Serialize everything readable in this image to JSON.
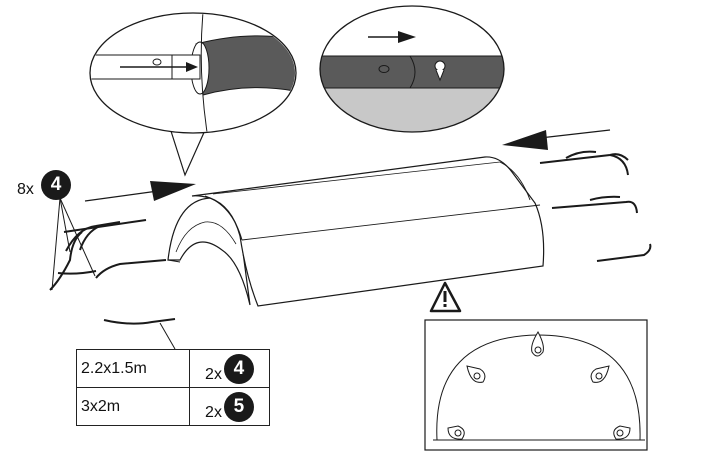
{
  "assembly": {
    "pole_count_label": "8x",
    "pole_badge": "4"
  },
  "table": {
    "rows": [
      {
        "size": "2.2x1.5m",
        "qty_label": "2x",
        "badge": "4"
      },
      {
        "size": "3x2m",
        "qty_label": "2x",
        "badge": "5"
      }
    ]
  },
  "icons": {
    "warning": "warning-triangle-icon",
    "insert_arrow": "arrow-right-icon",
    "push_arrow": "arrow-left-icon"
  },
  "colors": {
    "line": "#1a1a1a",
    "pole_dark": "#555555",
    "ground_gray": "#c8c8c8",
    "badge": "#1a1a1a"
  }
}
